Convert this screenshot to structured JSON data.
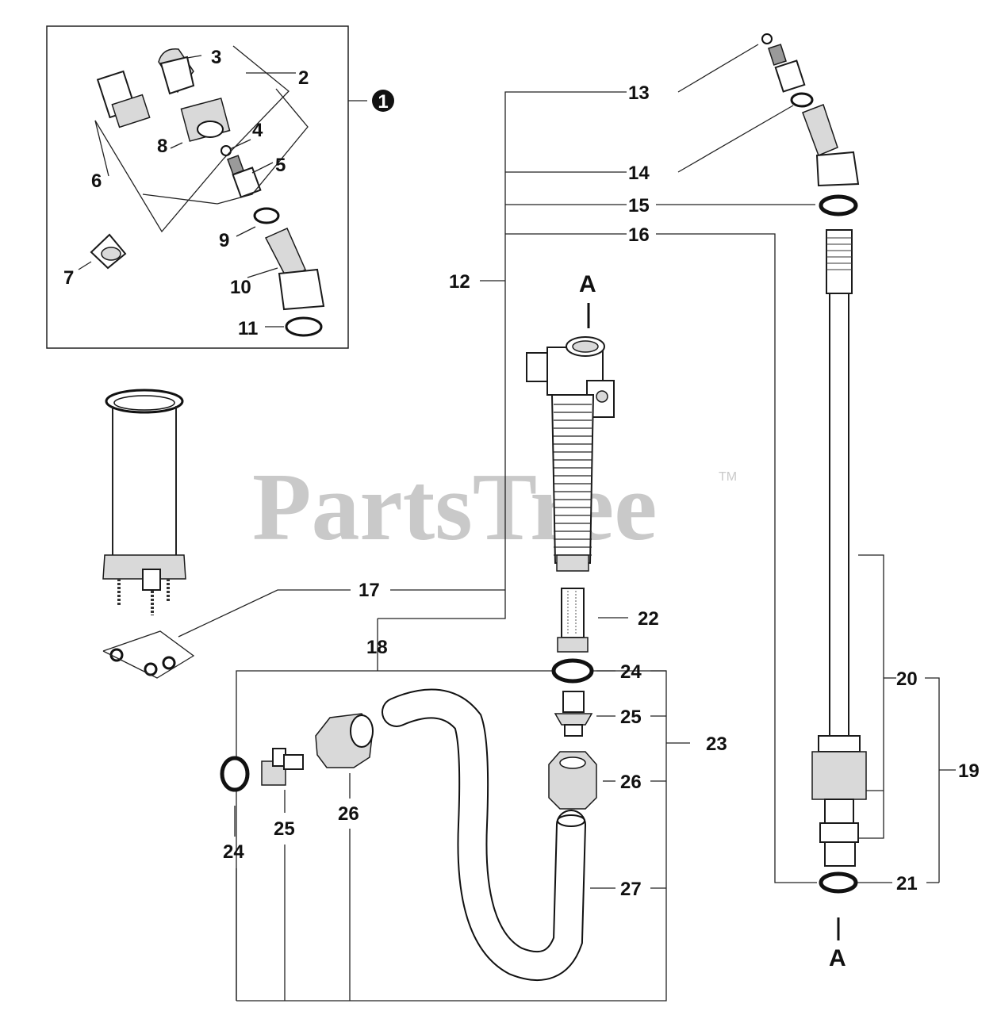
{
  "watermark": {
    "text": "PartsTree",
    "tm": "TM"
  },
  "section_markers": {
    "top": "A",
    "bottom": "A"
  },
  "callout_badge": "1",
  "labels": {
    "p2": "2",
    "p3": "3",
    "p4": "4",
    "p5": "5",
    "p6": "6",
    "p7": "7",
    "p8": "8",
    "p9": "9",
    "p10": "10",
    "p11": "11",
    "p12": "12",
    "p13": "13",
    "p14": "14",
    "p15": "15",
    "p16": "16",
    "p17": "17",
    "p18": "18",
    "p19": "19",
    "p20": "20",
    "p21": "21",
    "p22": "22",
    "p23": "23",
    "p24a": "24",
    "p24b": "24",
    "p25a": "25",
    "p25b": "25",
    "p26a": "26",
    "p26b": "26",
    "p27": "27"
  }
}
